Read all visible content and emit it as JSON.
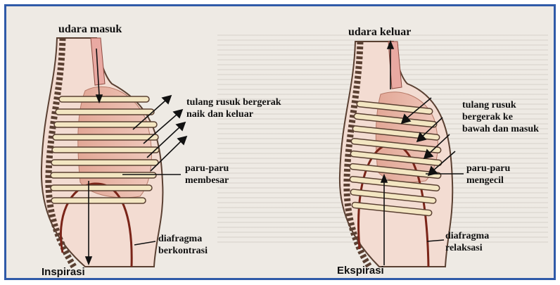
{
  "left_panel": {
    "air_label": "udara masuk",
    "ribs_label": "tulang rusuk bergerak\nnaik dan keluar",
    "lungs_label": "paru-paru\nmembesar",
    "diaphragm_label": "diafragma\nberkontrasi",
    "caption": "Inspirasi"
  },
  "right_panel": {
    "air_label": "udara keluar",
    "ribs_label": "tulang rusuk\nbergerak ke\nbawah dan masuk",
    "lungs_label": "paru-paru\nmengecil",
    "diaphragm_label": "diafragma\nrelaksasi",
    "caption": "Ekspirasi"
  },
  "colors": {
    "frame": "#2f5aa8",
    "lung": "#e8b4a8",
    "bone": "#f3e6c2",
    "outline": "#5a4032",
    "diaphragm": "#7a2418"
  }
}
